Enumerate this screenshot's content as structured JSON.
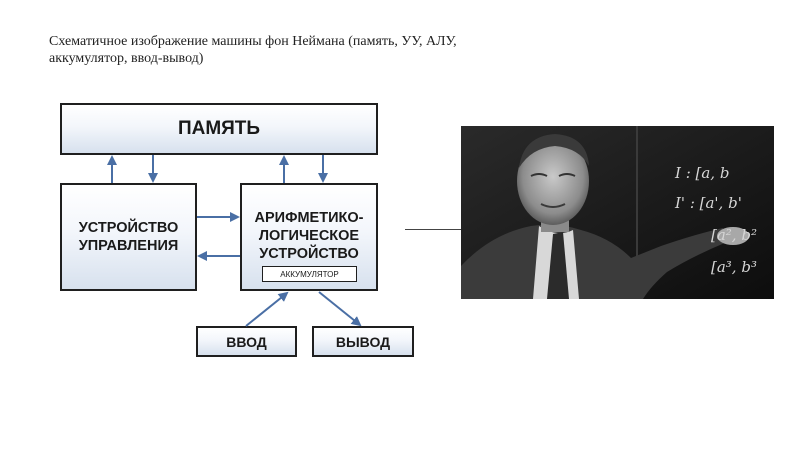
{
  "title": "Схематичное изображение машины фон Неймана (память, УУ, АЛУ, аккумулятор, ввод-вывод)",
  "blocks": {
    "memory": "ПАМЯТЬ",
    "control_unit": [
      "УСТРОЙСТВО",
      "УПРАВЛЕНИЯ"
    ],
    "alu": [
      "АРИФМЕТИКО-",
      "ЛОГИЧЕСКОЕ",
      "УСТРОЙСТВО"
    ],
    "accumulator": "АККУМУЛЯТОР",
    "input": "ВВОД",
    "output": "ВЫВОД"
  },
  "photo": {
    "board_lines": [
      "I : [a, b",
      "I' : [a', b'",
      "[a², b²",
      "[a³, b³"
    ]
  },
  "colors": {
    "arrow": "#4a6fa5",
    "border": "#1f1f1f",
    "block_bottom": "#d7e1ee"
  }
}
